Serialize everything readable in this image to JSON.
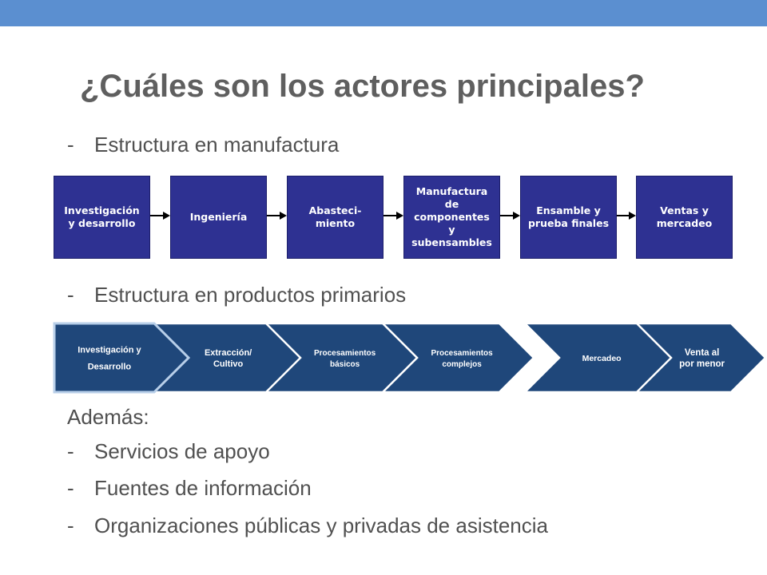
{
  "colors": {
    "top_bar": "#5b8fd0",
    "manufacturing_box": "#2e3192",
    "chevron_fill": "#1f477a",
    "first_chevron_border": "#b8cfe9",
    "title_text": "#5f5f5f",
    "body_text": "#505050"
  },
  "title": "¿Cuáles son los actores principales?",
  "section1": {
    "dash": "-",
    "label": "Estructura en manufactura",
    "boxes": [
      "Investigación\ny desarrollo",
      "Ingeniería",
      "Abasteci-\nmiento",
      "Manufactura\nde\ncomponentes\ny\nsubensambles",
      "Ensamble y\nprueba finales",
      "Ventas y\nmercadeo"
    ]
  },
  "section2": {
    "dash": "-",
    "label": "Estructura en productos primarios",
    "chevrons": [
      [
        "Investigación y",
        "Desarrollo"
      ],
      [
        "Extracción/",
        "Cultivo"
      ],
      [
        "Procesamientos",
        "básicos"
      ],
      [
        "Procesamientos",
        "complejos"
      ],
      [
        "Mercadeo"
      ],
      [
        "Venta al",
        "por menor"
      ]
    ]
  },
  "extras": {
    "heading": "Además:",
    "items": [
      "Servicios de apoyo",
      "Fuentes de información",
      "Organizaciones públicas y privadas de asistencia"
    ],
    "dash": "-"
  }
}
